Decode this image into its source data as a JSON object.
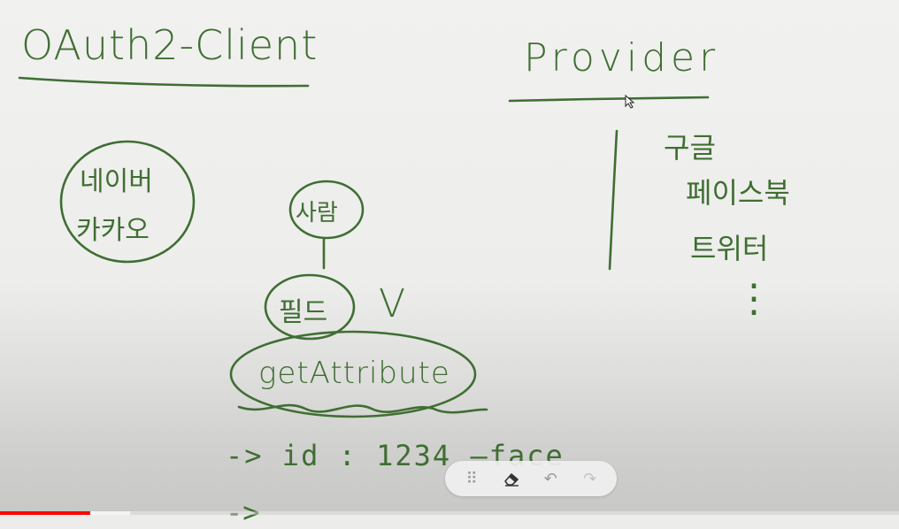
{
  "whiteboard": {
    "heading_left": "OAuth2-Client",
    "heading_right": "Provider",
    "provider_list": [
      "구글",
      "페이스북",
      "트위터"
    ],
    "provider_more": "⋮",
    "client_circle": [
      "네이버",
      "카카오"
    ],
    "node_top": "사람",
    "node_middle": "필드",
    "check_mark": "V",
    "method": "getAttribute",
    "line_id": "-> id : 1234 —face",
    "line_partial": "-> "
  },
  "toolbar": {
    "items": [
      {
        "name": "drag-handle",
        "glyph": "⠿"
      },
      {
        "name": "eraser",
        "glyph": "◆"
      },
      {
        "name": "undo",
        "glyph": "↶"
      },
      {
        "name": "redo",
        "glyph": "↷"
      }
    ]
  },
  "player": {
    "progress": 0.1,
    "buffered": 0.145,
    "progress_color": "#ff0000"
  },
  "ink_color": "#3f6e33"
}
